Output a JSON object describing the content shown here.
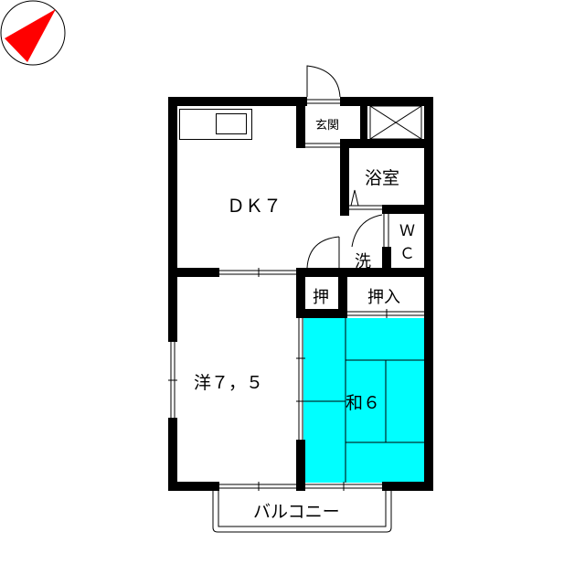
{
  "compass": {
    "icon": "north-arrow-icon",
    "arrow_color": "#ff0000"
  },
  "colors": {
    "wall": "#000000",
    "tatami": "#00ffff",
    "background": "#ffffff"
  },
  "rooms": {
    "dk": "ＤＫ７",
    "genkan": "玄関",
    "bath": "浴室",
    "wc_line1": "Ｗ",
    "wc_line2": "Ｃ",
    "wash": "洗",
    "closet_small": "押",
    "closet": "押入",
    "western": "洋７，５",
    "japanese": "和６",
    "balcony": "バルコニー"
  }
}
